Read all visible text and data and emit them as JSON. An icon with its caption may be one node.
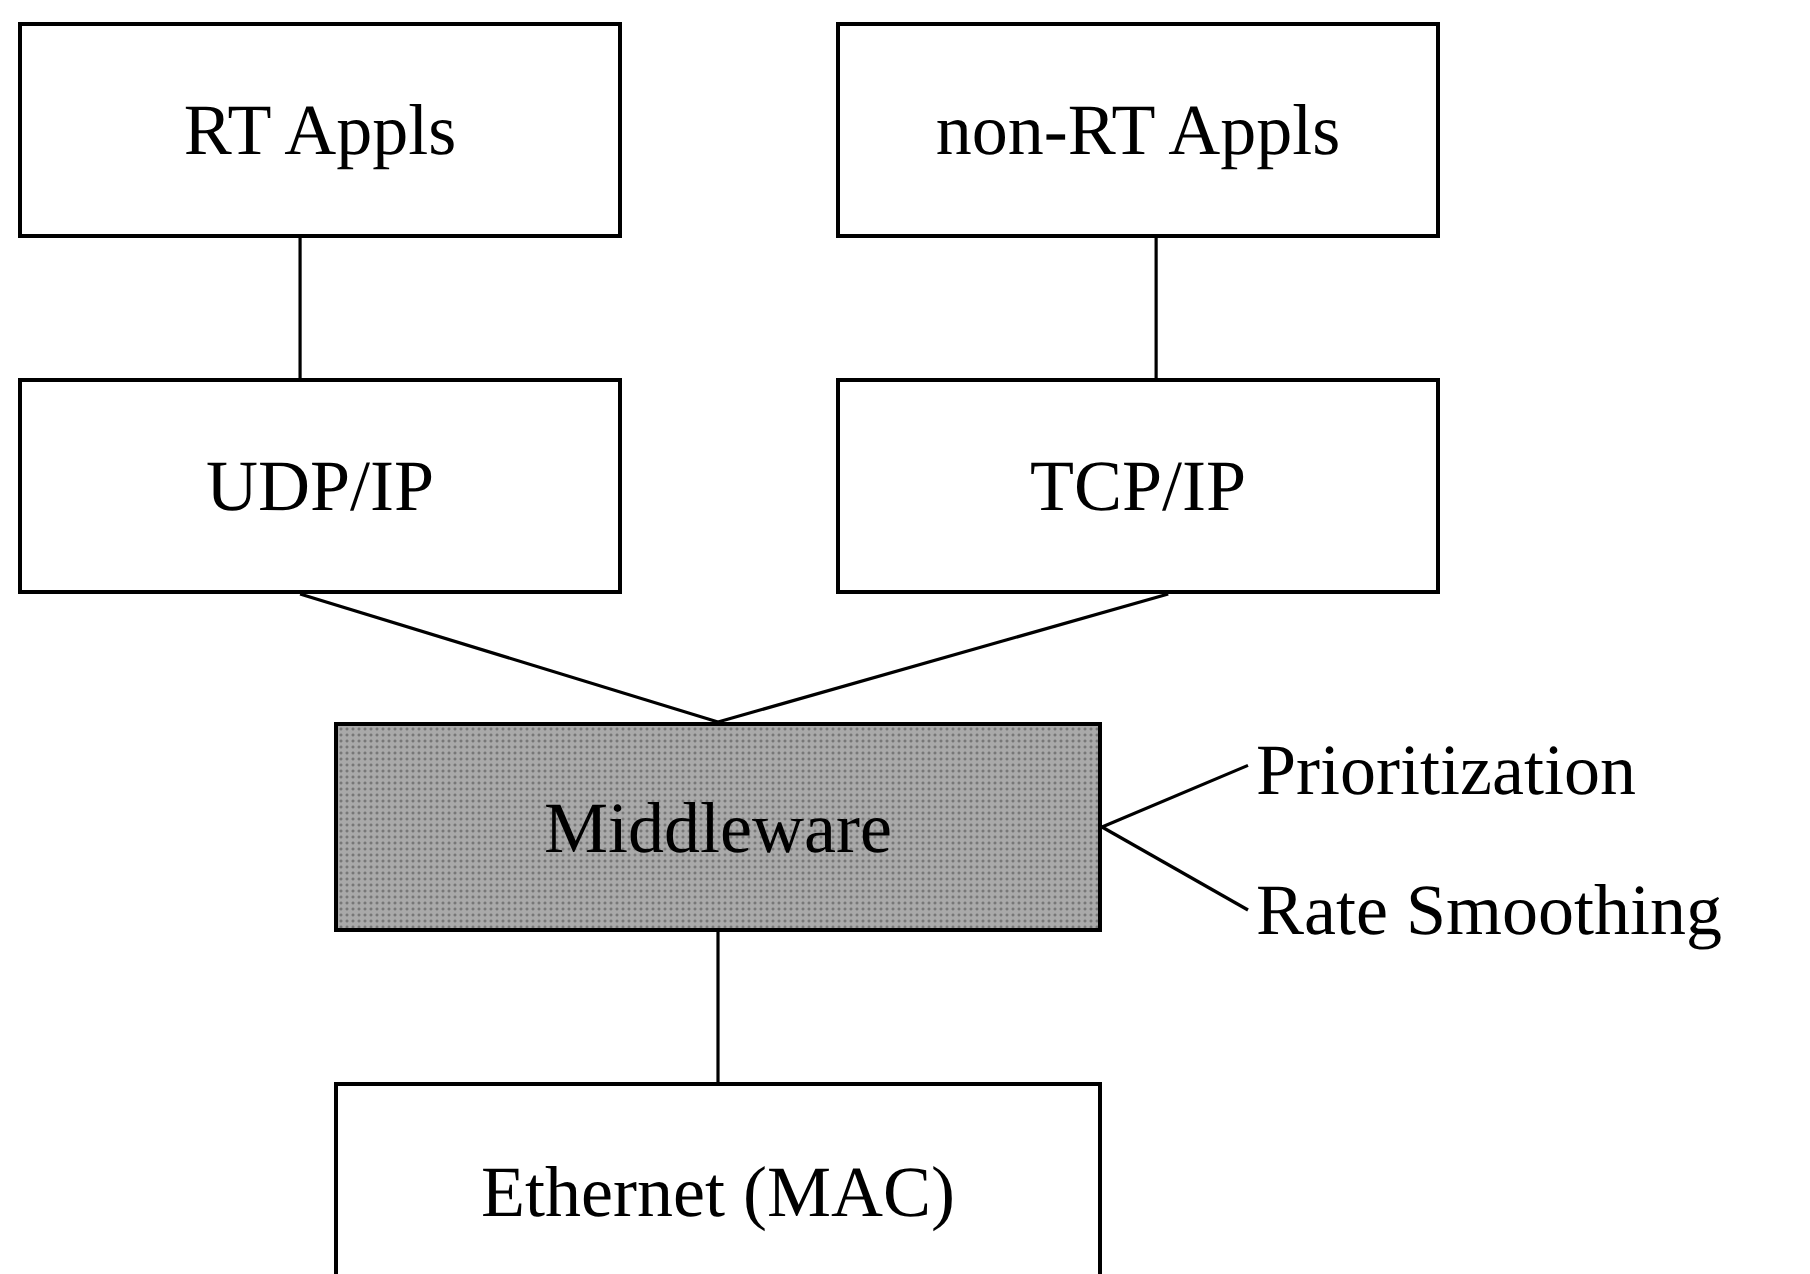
{
  "diagram": {
    "nodes": [
      {
        "text": [
          "RT Appls"
        ]
      },
      {
        "text": [
          "non-RT Appls"
        ]
      },
      {
        "text": [
          "UDP/IP"
        ]
      },
      {
        "text": [
          "TCP/IP"
        ]
      },
      {
        "text": [
          "Middleware"
        ]
      },
      {
        "text": [
          "Ethernet (MAC)"
        ]
      },
      {
        "text": [
          "Prioritization"
        ]
      },
      {
        "text": [
          "Rate Smoothing"
        ]
      }
    ],
    "edges": [
      {
        "from": 0,
        "to": 2,
        "arrow": "none"
      },
      {
        "from": 1,
        "to": 3,
        "arrow": "none"
      },
      {
        "from": 2,
        "to": 4,
        "arrow": "none"
      },
      {
        "from": 3,
        "to": 4,
        "arrow": "none"
      },
      {
        "from": 4,
        "to": 5,
        "arrow": "none"
      },
      {
        "from": 4,
        "to": 6,
        "arrow": "none"
      },
      {
        "from": 4,
        "to": 7,
        "arrow": "none"
      }
    ]
  }
}
